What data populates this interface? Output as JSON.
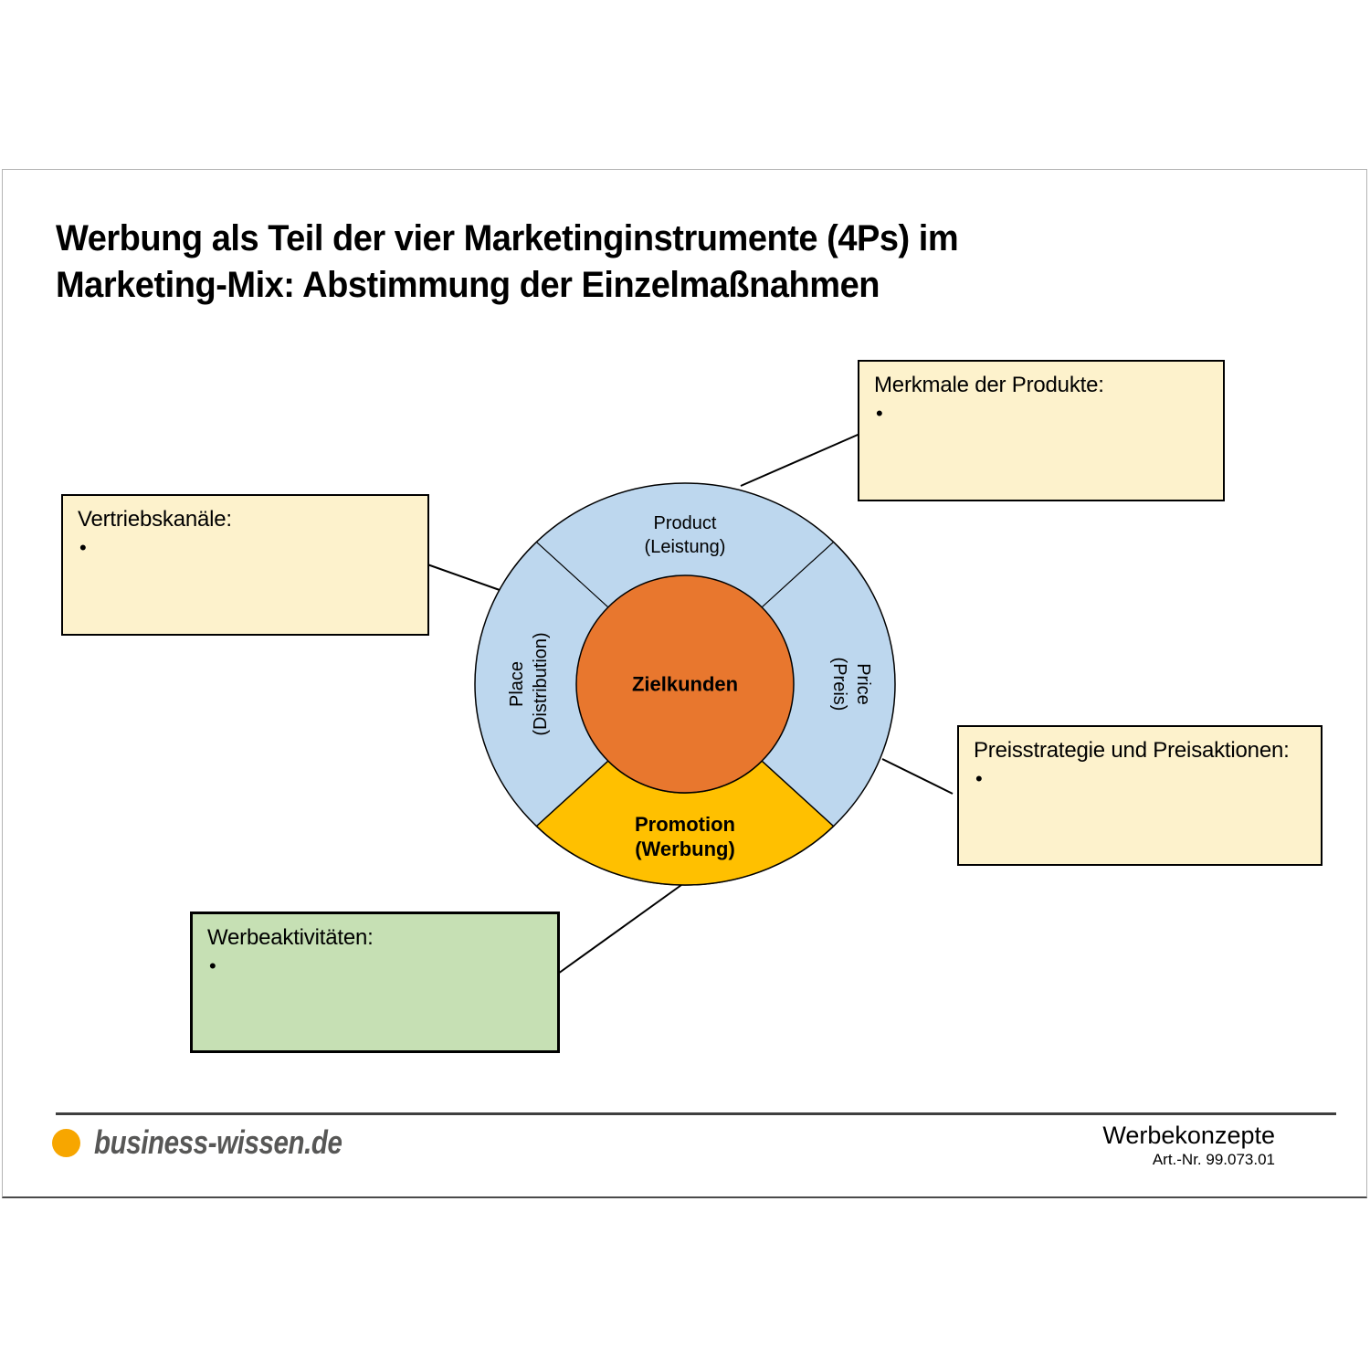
{
  "title": "Werbung als Teil der vier Marketinginstrumente (4Ps) im\nMarketing-Mix: Abstimmung der Einzelmaßnahmen",
  "diagram": {
    "center": {
      "label": "Zielkunden",
      "color": "#E8772E"
    },
    "ring_color": "#BDD7EE",
    "outline_color": "#000000",
    "segments": {
      "product": {
        "label": "Product\n(Leistung)"
      },
      "price": {
        "label": "Price\n(Preis)"
      },
      "promotion": {
        "label": "Promotion\n(Werbung)",
        "color": "#FFC000"
      },
      "place": {
        "label": "Place\n(Distribution)"
      }
    }
  },
  "callouts": {
    "product": {
      "title": "Merkmale der Produkte:",
      "bullet": "•",
      "bg": "#FDF2CC"
    },
    "place": {
      "title": "Vertriebskanäle:",
      "bullet": "•",
      "bg": "#FDF2CC"
    },
    "price": {
      "title": "Preisstrategie und Preisaktionen:",
      "bullet": "•",
      "bg": "#FDF2CC"
    },
    "promotion": {
      "title": "Werbeaktivitäten:",
      "bullet": "•",
      "bg": "#C6E0B4"
    }
  },
  "footer": {
    "brand": "business-wissen.de",
    "brand_dot_color": "#F7A600",
    "topic": "Werbekonzepte",
    "art_nr": "Art.-Nr. 99.073.01"
  }
}
